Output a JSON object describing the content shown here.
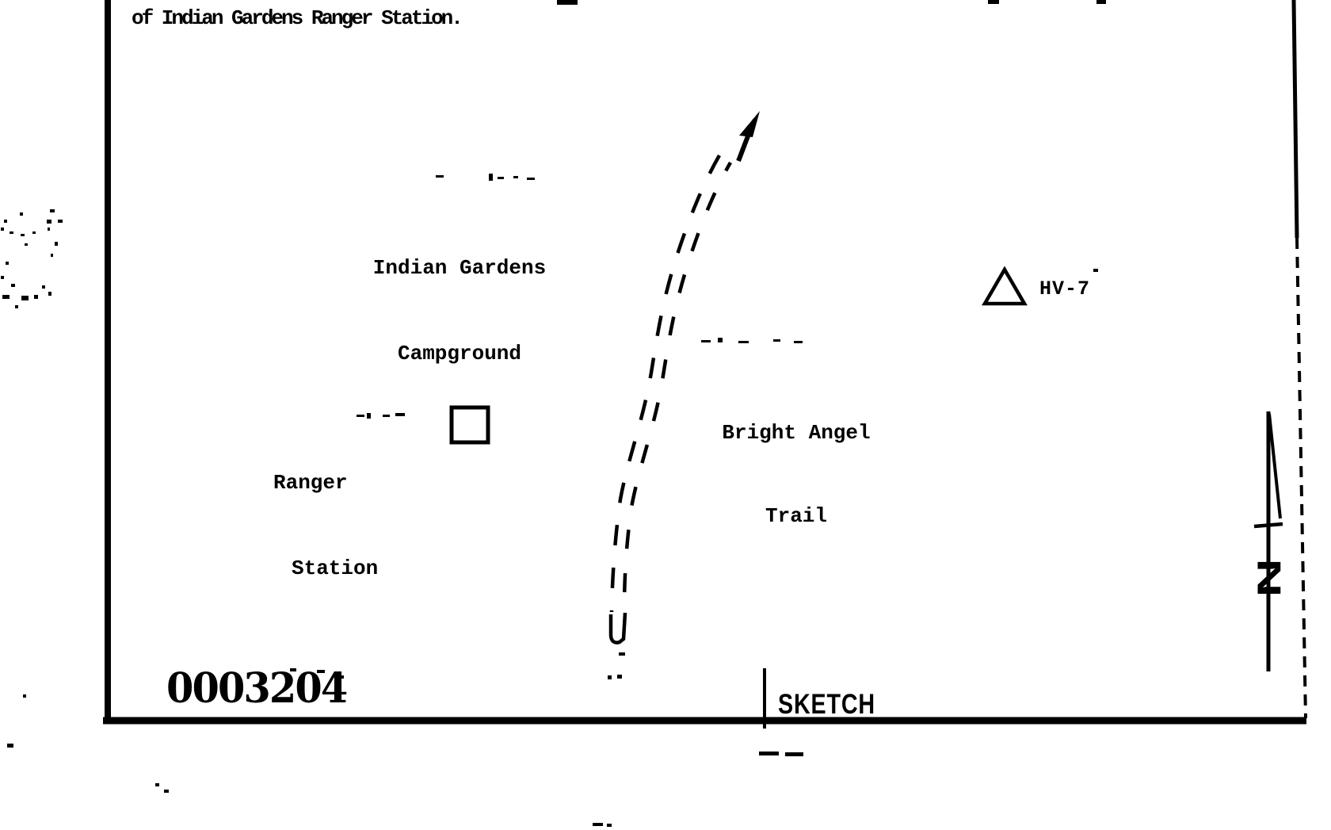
{
  "colors": {
    "ink": "#000000",
    "paper": "#ffffff"
  },
  "header": {
    "text": "of Indian Gardens Ranger Station."
  },
  "sketch": {
    "labels": {
      "campground": [
        "Indian Gardens",
        "Campground"
      ],
      "trail": [
        "Bright Angel",
        "Trail"
      ],
      "ranger_station": [
        "Ranger",
        "Station"
      ],
      "hv7": "HV-7",
      "north_letter": "N"
    },
    "icons": {
      "hv7_marker": "triangle-outline",
      "ranger_station_marker": "square-outline",
      "trail_line": "double-dashed-line-with-arrow",
      "north": "north-arrow"
    },
    "footer": {
      "figure_number": "0003204",
      "caption": "SKETCH"
    }
  }
}
